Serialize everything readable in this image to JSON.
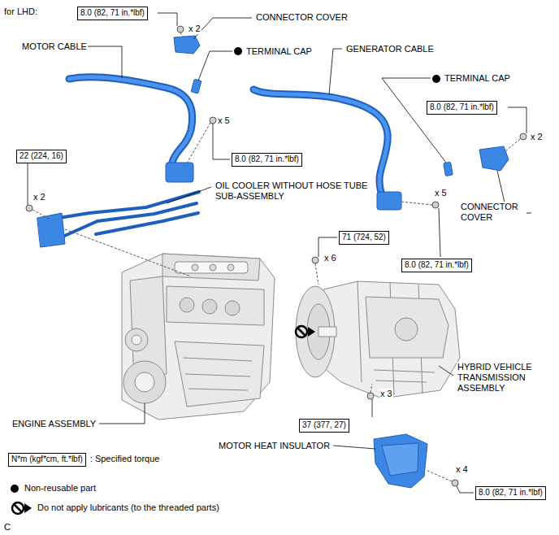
{
  "diagram": {
    "title": "for LHD:",
    "nodes": [
      {
        "text": [
          "8.0 (82, 71 in.*lbf)"
        ]
      },
      {
        "text": [
          "8.0 (82, 71 in.*lbf)"
        ]
      },
      {
        "text": [
          "22 (224, 16)"
        ]
      },
      {
        "text": [
          "8.0 (82, 71 in.*lbf)"
        ]
      },
      {
        "text": [
          "71 (724, 52)"
        ]
      },
      {
        "text": [
          "8.0 (82, 71 in.*lbf)"
        ]
      },
      {
        "text": [
          "37 (377, 27)"
        ]
      },
      {
        "text": [
          "N*m (kgf*cm, ft.*lbf)"
        ]
      },
      {
        "text": [
          "8.0 (82, 71 in.*lbf)"
        ]
      }
    ],
    "labels": [
      "CONNECTOR COVER",
      "x 2",
      "MOTOR CABLE",
      "TERMINAL CAP",
      "GENERATOR CABLE",
      "TERMINAL CAP",
      "x 5",
      "x 2",
      "OIL COOLER WITHOUT HOSE TUBE SUB-ASSEMBLY",
      "x 2",
      "x 5",
      "CONNECTOR COVER",
      "x 6",
      "HYBRID VEHICLE TRANSMISSION ASSEMBLY",
      "x 3",
      "ENGINE ASSEMBLY",
      "MOTOR HEAT INSULATOR",
      "x 4",
      "C"
    ],
    "legend": [
      {
        "text": ": Specified torque"
      },
      {
        "text": "Non-reusable part"
      },
      {
        "text": "Do not apply lubricants (to the threaded parts)"
      }
    ]
  }
}
